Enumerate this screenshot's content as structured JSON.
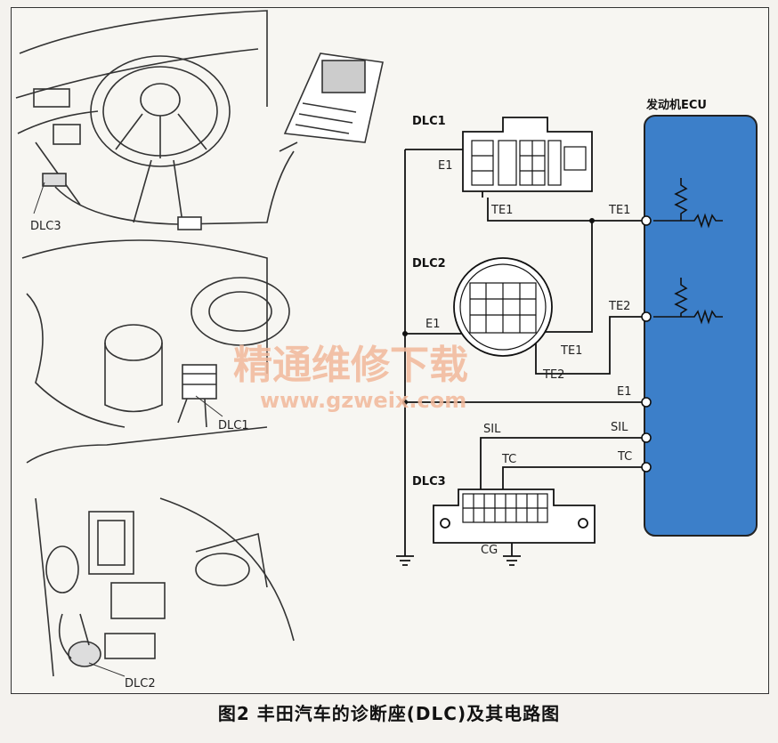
{
  "caption": "图2 丰田汽车的诊断座(DLC)及其电路图",
  "watermark": {
    "cn": "精通维修下载",
    "url": "www.gzweix.com"
  },
  "ecu": {
    "title": "发动机ECU",
    "color": "#3c7fc9"
  },
  "connectors": {
    "dlc1": "DLC1",
    "dlc2": "DLC2",
    "dlc3": "DLC3"
  },
  "illustration_labels": {
    "dlc3": "DLC3",
    "dlc1": "DLC1",
    "dlc2": "DLC2"
  },
  "pins": {
    "dlc1_e1": "E1",
    "dlc1_te1": "TE1",
    "dlc2_e1": "E1",
    "dlc2_te1": "TE1",
    "dlc2_te2": "TE2",
    "dlc3_sil": "SIL",
    "dlc3_tc": "TC",
    "dlc3_cg": "CG",
    "ecu_te1": "TE1",
    "ecu_te2": "TE2",
    "ecu_e1": "E1",
    "ecu_sil": "SIL",
    "ecu_tc": "TC"
  }
}
